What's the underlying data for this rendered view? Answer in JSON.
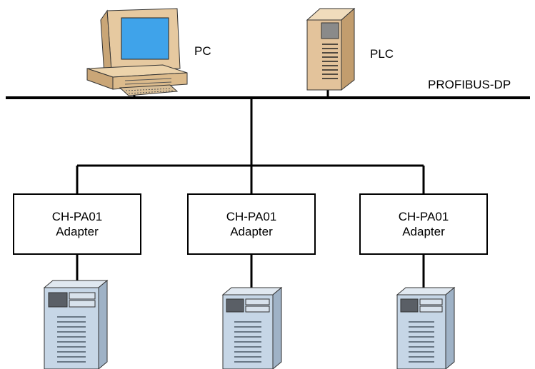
{
  "nodes": {
    "pc": {
      "label": "PC",
      "icon": "desktop-computer-icon"
    },
    "plc": {
      "label": "PLC",
      "icon": "plc-tower-icon"
    }
  },
  "bus": {
    "label": "PROFIBUS-DP"
  },
  "adapters": [
    {
      "line1": "CH-PA01",
      "line2": "Adapter",
      "device_icon": "server-tower-icon"
    },
    {
      "line1": "CH-PA01",
      "line2": "Adapter",
      "device_icon": "server-tower-icon"
    },
    {
      "line1": "CH-PA01",
      "line2": "Adapter",
      "device_icon": "server-tower-icon"
    }
  ],
  "colors": {
    "line": "#000000",
    "monitor_screen": "#3fa3ea",
    "pc_case": "#e6c9a0",
    "plc_case": "#e3c39b",
    "server_case": "#c6d6e6"
  }
}
